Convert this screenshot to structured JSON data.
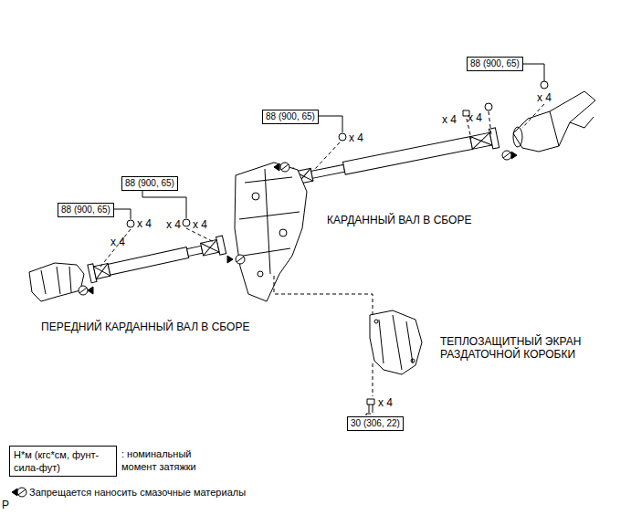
{
  "diagram": {
    "nodes": [
      {
        "text": [
          "88 (900, 65)"
        ]
      },
      {
        "text": [
          "88 (900, 65)"
        ]
      },
      {
        "text": [
          "88 (900, 65)"
        ]
      },
      {
        "text": [
          "88 (900, 65)"
        ]
      },
      {
        "text": [
          "30 (306, 22)"
        ]
      },
      {
        "text": [
          "Н*м (кгс*см, фунт-сила-фут)"
        ]
      }
    ],
    "labels": [
      "x 4",
      "x 4",
      "x 4",
      "x 4",
      "КАРДАННЫЙ ВАЛ В СБОРЕ",
      "x 4",
      "x 4",
      "x 4",
      "x 4",
      "ПЕРЕДНИЙ КАРДАННЫЙ ВАЛ В СБОРЕ",
      "ТЕПЛОЗАЩИТНЫЙ ЭКРАН РАЗДАТОЧНОЙ КОРОБКИ",
      "x 4",
      "P"
    ],
    "legend": [
      {
        "text": ": номинальный момент затяжки"
      },
      {
        "text": "Запрещается наносить смазочные материалы"
      }
    ]
  }
}
